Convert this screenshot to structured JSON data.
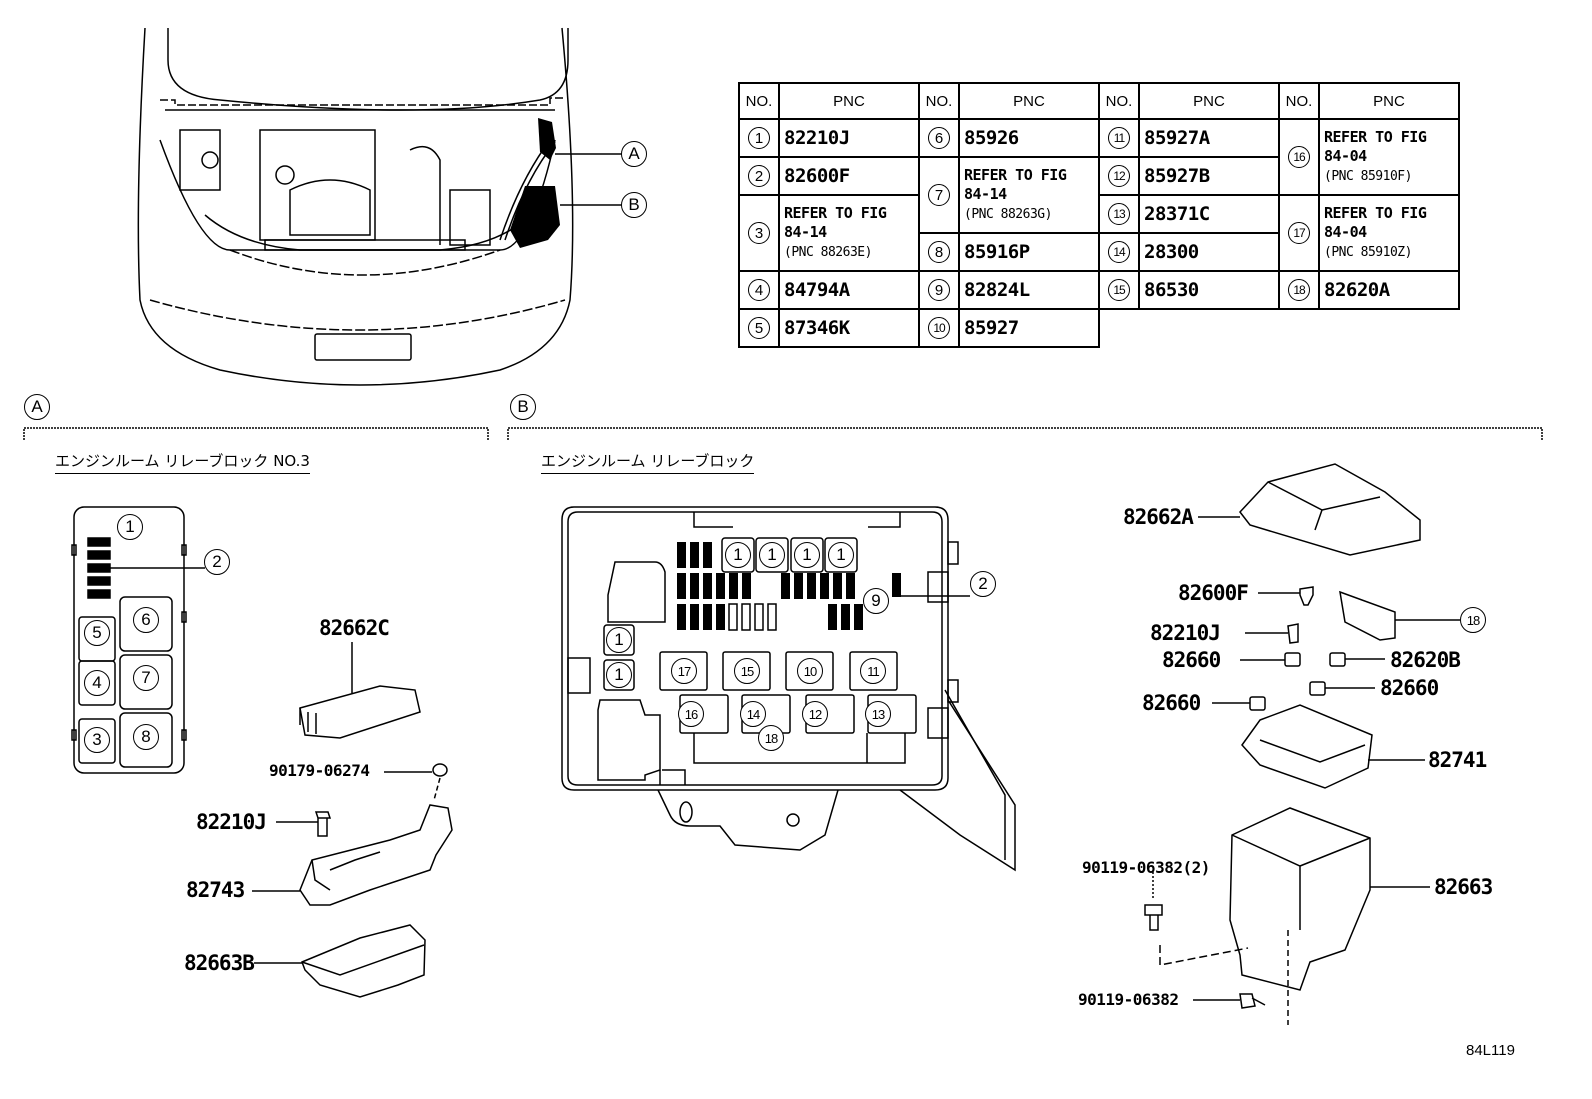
{
  "figure": {
    "figure_id": "84L119",
    "location_callouts": [
      "A",
      "B"
    ]
  },
  "pnc_table": {
    "headers": {
      "no": "NO.",
      "pnc": "PNC"
    },
    "rows": [
      {
        "no": "1",
        "pnc": "82210J"
      },
      {
        "no": "2",
        "pnc": "82600F"
      },
      {
        "no": "3",
        "pnc": "REFER TO FIG 84-14",
        "sub": "(PNC 88263E)"
      },
      {
        "no": "4",
        "pnc": "84794A"
      },
      {
        "no": "5",
        "pnc": "87346K"
      },
      {
        "no": "6",
        "pnc": "85926"
      },
      {
        "no": "7",
        "pnc": "REFER TO FIG 84-14",
        "sub": "(PNC 88263G)"
      },
      {
        "no": "8",
        "pnc": "85916P"
      },
      {
        "no": "9",
        "pnc": "82824L"
      },
      {
        "no": "10",
        "pnc": "85927"
      },
      {
        "no": "11",
        "pnc": "85927A"
      },
      {
        "no": "12",
        "pnc": "85927B"
      },
      {
        "no": "13",
        "pnc": "28371C"
      },
      {
        "no": "14",
        "pnc": "28300"
      },
      {
        "no": "15",
        "pnc": "86530"
      },
      {
        "no": "16",
        "pnc": "REFER TO FIG 84-04",
        "sub": "(PNC 85910F)"
      },
      {
        "no": "17",
        "pnc": "REFER TO FIG 84-04",
        "sub": "(PNC 85910Z)"
      },
      {
        "no": "18",
        "pnc": "82620A"
      }
    ]
  },
  "section_a": {
    "callout": "A",
    "title": "エンジンルーム リレーブロック NO.3",
    "block_positions": [
      "1",
      "2",
      "3",
      "4",
      "5",
      "6",
      "7",
      "8"
    ],
    "parts": [
      {
        "label": "82662C"
      },
      {
        "label": "90179-06274"
      },
      {
        "label": "82210J"
      },
      {
        "label": "82743"
      },
      {
        "label": "82663B"
      }
    ]
  },
  "section_b": {
    "callout": "B",
    "title": "エンジンルーム リレーブロック",
    "block_positions": [
      "1",
      "1",
      "1",
      "1",
      "1",
      "1",
      "2",
      "9",
      "17",
      "15",
      "10",
      "11",
      "16",
      "14",
      "12",
      "13",
      "18"
    ],
    "parts": [
      {
        "label": "82662A"
      },
      {
        "label": "82600F"
      },
      {
        "label": "82210J"
      },
      {
        "label": "18"
      },
      {
        "label": "82660"
      },
      {
        "label": "82620B"
      },
      {
        "label": "82660"
      },
      {
        "label": "82660"
      },
      {
        "label": "82741"
      },
      {
        "label": "90119-06382(2)"
      },
      {
        "label": "82663"
      },
      {
        "label": "90119-06382"
      }
    ]
  }
}
